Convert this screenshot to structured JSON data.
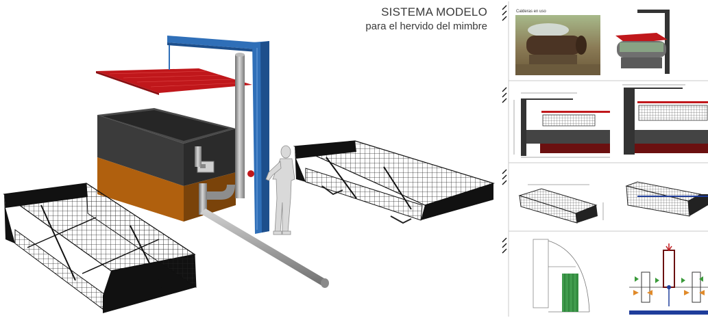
{
  "header": {
    "title_line1": "SISTEMA MODELO",
    "title_line2": "para el hervido del mimbre"
  },
  "panels": [
    {
      "caption": "Calderas en uso"
    },
    {
      "caption": ""
    },
    {
      "caption": ""
    },
    {
      "caption": ""
    }
  ],
  "colors": {
    "lid_red": "#c0171b",
    "gantry_blue": "#2f6fb8",
    "tank_dark": "#3b3b3b",
    "base_orange": "#b0600e",
    "basket_black": "#111111",
    "pipe_gray": "#9a9a9a",
    "floor_blue": "#1f3d9b",
    "dark_red": "#6b1010"
  }
}
